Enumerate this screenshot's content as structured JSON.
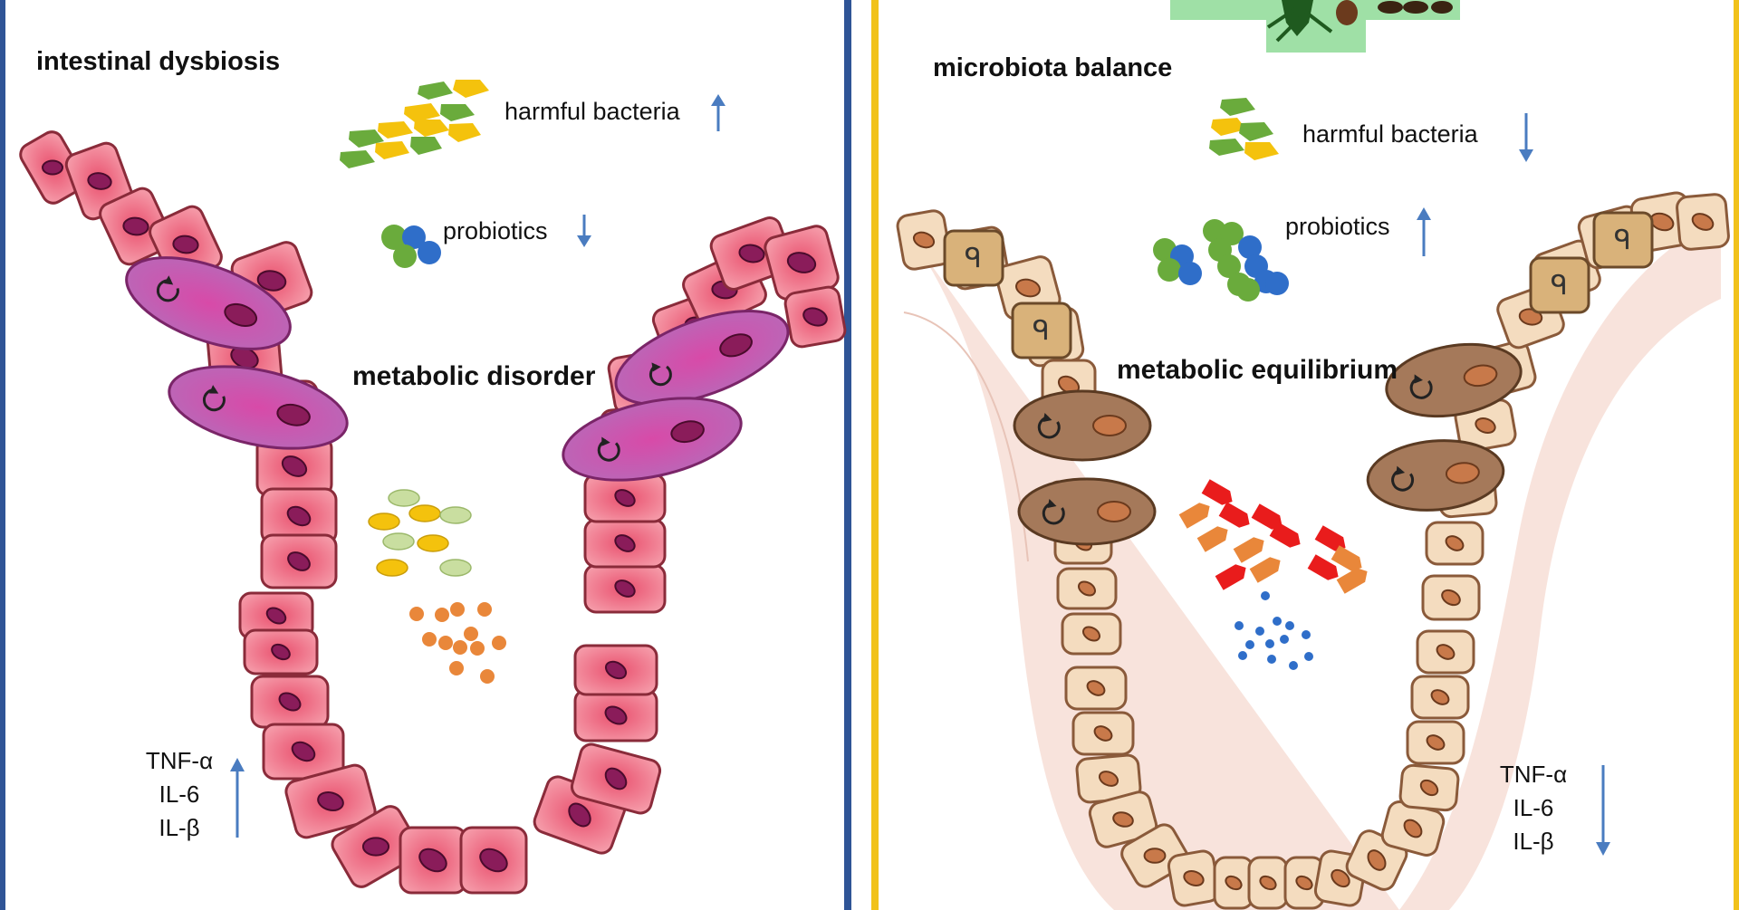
{
  "left_panel": {
    "title": "intestinal dysbiosis",
    "harmful_label": "harmful bacteria",
    "probiotics_label": "probiotics",
    "metabolic_label": "metabolic disorder",
    "cytokines": [
      "TNF-α",
      "IL-6",
      "IL-β"
    ],
    "harmful_trend": "up",
    "probiotics_trend": "down",
    "cytokine_trend": "up"
  },
  "right_panel": {
    "title": "microbiota balance",
    "harmful_label": "harmful bacteria",
    "probiotics_label": "probiotics",
    "metabolic_label": "metabolic equilibrium",
    "cytokines": [
      "TNF-α",
      "IL-6",
      "IL-β"
    ],
    "harmful_trend": "down",
    "probiotics_trend": "up",
    "cytokine_trend": "down"
  },
  "colors": {
    "left_border": "#2f5496",
    "right_border": "#f1c21b",
    "arrow": "#4a7cc0",
    "inflamed_cell": "#ee6f85",
    "goblet_inflamed": "#b855b0",
    "healthy_cell": "#f2d7b5",
    "goblet_healthy": "#a5795a",
    "harmful_green": "#6aab3c",
    "harmful_yellow": "#f4c20d",
    "probiotic_blue": "#2f6ec9",
    "metabolite_orange": "#e9873a",
    "metabolite_red": "#e91c1c"
  }
}
